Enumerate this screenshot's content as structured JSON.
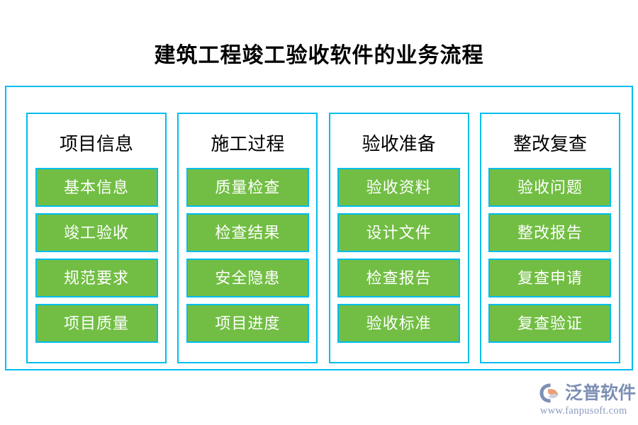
{
  "page": {
    "title": "建筑工程竣工验收软件的业务流程"
  },
  "columns": [
    {
      "title": "项目信息",
      "items": [
        "基本信息",
        "竣工验收",
        "规范要求",
        "项目质量"
      ]
    },
    {
      "title": "施工过程",
      "items": [
        "质量检查",
        "检查结果",
        "安全隐患",
        "项目进度"
      ]
    },
    {
      "title": "验收准备",
      "items": [
        "验收资料",
        "设计文件",
        "检查报告",
        "验收标准"
      ]
    },
    {
      "title": "整改复查",
      "items": [
        "验收问题",
        "整改报告",
        "复查申请",
        "复查验证"
      ]
    }
  ],
  "logo": {
    "mark": "fanpu-swirl-icon",
    "name": "泛普软件",
    "url": "www.fanpusoft.com"
  },
  "colors": {
    "accent_border": "#00bdf0",
    "item_green": "#72be44",
    "item_text": "#ffffff",
    "title_text": "#000000",
    "logo_blue": "#7d8fb5",
    "logo_orange": "#e8a07a"
  }
}
